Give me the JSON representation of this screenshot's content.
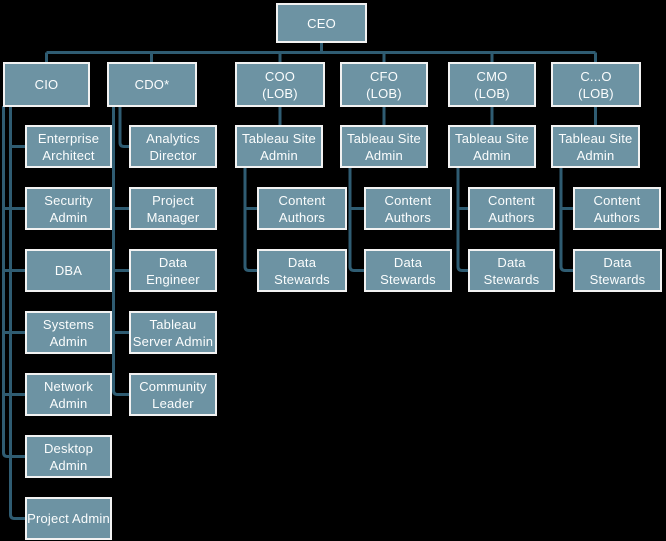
{
  "colors": {
    "background": "#000000",
    "box_fill": "#6d93a3",
    "box_border": "#f2f2f2",
    "connector": "#2f5c72",
    "text_color": "#fbfdfd"
  },
  "org": {
    "ceo": {
      "label": "CEO"
    },
    "executives": [
      {
        "label": "CIO",
        "children": [
          {
            "label": "Enterprise\nArchitect"
          },
          {
            "label": "Security\nAdmin"
          },
          {
            "label": "DBA"
          },
          {
            "label": "Systems\nAdmin"
          },
          {
            "label": "Network\nAdmin"
          },
          {
            "label": "Desktop\nAdmin"
          },
          {
            "label": "Project Admin"
          }
        ]
      },
      {
        "label": "CDO*",
        "children": [
          {
            "label": "Analytics\nDirector"
          },
          {
            "label": "Project\nManager"
          },
          {
            "label": "Data Engineer"
          },
          {
            "label": "Tableau\nServer Admin"
          },
          {
            "label": "Community\nLeader"
          }
        ]
      },
      {
        "label": "COO\n(LOB)",
        "children": [
          {
            "label": "Tableau Site\nAdmin"
          },
          {
            "label": "Content\nAuthors"
          },
          {
            "label": "Data Stewards"
          }
        ]
      },
      {
        "label": "CFO\n(LOB)",
        "children": [
          {
            "label": "Tableau Site\nAdmin"
          },
          {
            "label": "Content\nAuthors"
          },
          {
            "label": "Data Stewards"
          }
        ]
      },
      {
        "label": "CMO\n(LOB)",
        "children": [
          {
            "label": "Tableau Site\nAdmin"
          },
          {
            "label": "Content\nAuthors"
          },
          {
            "label": "Data Stewards"
          }
        ]
      },
      {
        "label": "C...O\n(LOB)",
        "children": [
          {
            "label": "Tableau Site\nAdmin"
          },
          {
            "label": "Content\nAuthors"
          },
          {
            "label": "Data Stewards"
          }
        ]
      }
    ]
  }
}
